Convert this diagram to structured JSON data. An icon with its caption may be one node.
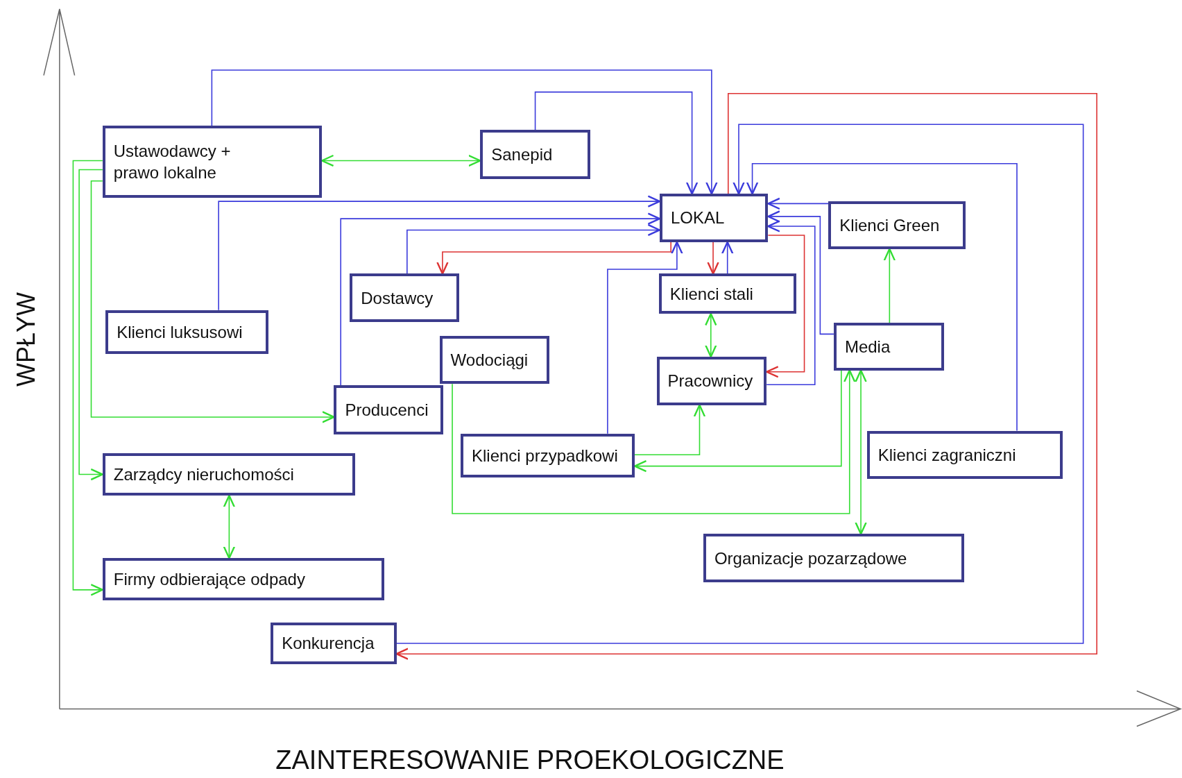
{
  "diagram": {
    "nodes": [
      {
        "text": [
          "Ustawodawcy + prawo lokalne"
        ]
      },
      {
        "text": [
          "Sanepid"
        ]
      },
      {
        "text": [
          "LOKAL"
        ]
      },
      {
        "text": [
          "Klienci Green"
        ]
      },
      {
        "text": [
          "Dostawcy"
        ]
      },
      {
        "text": [
          "Klienci stali"
        ]
      },
      {
        "text": [
          "Klienci luksusowi"
        ]
      },
      {
        "text": [
          "Wodociągi"
        ]
      },
      {
        "text": [
          "Media"
        ]
      },
      {
        "text": [
          "Pracownicy"
        ]
      },
      {
        "text": [
          "Producenci"
        ]
      },
      {
        "text": [
          "Klienci przypadkowi"
        ]
      },
      {
        "text": [
          "Klienci zagraniczni"
        ]
      },
      {
        "text": [
          "Zarządcy nieruchomości"
        ]
      },
      {
        "text": [
          "Firmy odbierające odpady"
        ]
      },
      {
        "text": [
          "Organizacje pozarządowe"
        ]
      },
      {
        "text": [
          "Konkurencja"
        ]
      }
    ],
    "edges": [
      {
        "from": 0,
        "to": 1,
        "arrow": "both",
        "color": "#33dd33"
      },
      {
        "from": 0,
        "to": 2,
        "arrow": "to"
      },
      {
        "from": 1,
        "to": 2,
        "arrow": "to"
      },
      {
        "from": 6,
        "to": 2,
        "arrow": "to"
      },
      {
        "from": 10,
        "to": 2,
        "arrow": "to"
      },
      {
        "from": 4,
        "to": 2,
        "arrow": "to"
      },
      {
        "from": 2,
        "to": 4,
        "arrow": "to",
        "color": "#dd3333"
      },
      {
        "from": 2,
        "to": 5,
        "arrow": "to",
        "color": "#dd3333"
      },
      {
        "from": 5,
        "to": 2,
        "arrow": "to"
      },
      {
        "from": 11,
        "to": 2,
        "arrow": "to"
      },
      {
        "from": 5,
        "to": 9,
        "arrow": "both",
        "color": "#33dd33"
      },
      {
        "from": 2,
        "to": 9,
        "arrow": "to",
        "color": "#dd3333"
      },
      {
        "from": 9,
        "to": 2,
        "arrow": "to"
      },
      {
        "from": 3,
        "to": 2,
        "arrow": "to"
      },
      {
        "from": 8,
        "to": 2,
        "arrow": "to"
      },
      {
        "from": 8,
        "to": 3,
        "arrow": "to",
        "color": "#33dd33"
      },
      {
        "from": 2,
        "to": 16,
        "arrow": "to",
        "color": "#dd3333"
      },
      {
        "from": 16,
        "to": 2,
        "arrow": "to"
      },
      {
        "from": 12,
        "to": 2,
        "arrow": "to"
      },
      {
        "from": 0,
        "to": 13,
        "arrow": "to",
        "color": "#33dd33"
      },
      {
        "from": 0,
        "to": 14,
        "arrow": "to",
        "color": "#33dd33"
      },
      {
        "from": 0,
        "to": 10,
        "arrow": "to",
        "color": "#33dd33"
      },
      {
        "from": 13,
        "to": 14,
        "arrow": "both",
        "color": "#33dd33"
      },
      {
        "from": 11,
        "to": 9,
        "arrow": "to",
        "color": "#33dd33"
      },
      {
        "from": 8,
        "to": 11,
        "arrow": "to",
        "color": "#33dd33"
      },
      {
        "from": 7,
        "to": 8,
        "arrow": "to",
        "color": "#33dd33"
      },
      {
        "from": 8,
        "to": 15,
        "arrow": "both",
        "color": "#33dd33"
      }
    ],
    "labels": [
      "WPŁYW",
      "ZAINTERESOWANIE PROEKOLOGICZNE"
    ]
  }
}
